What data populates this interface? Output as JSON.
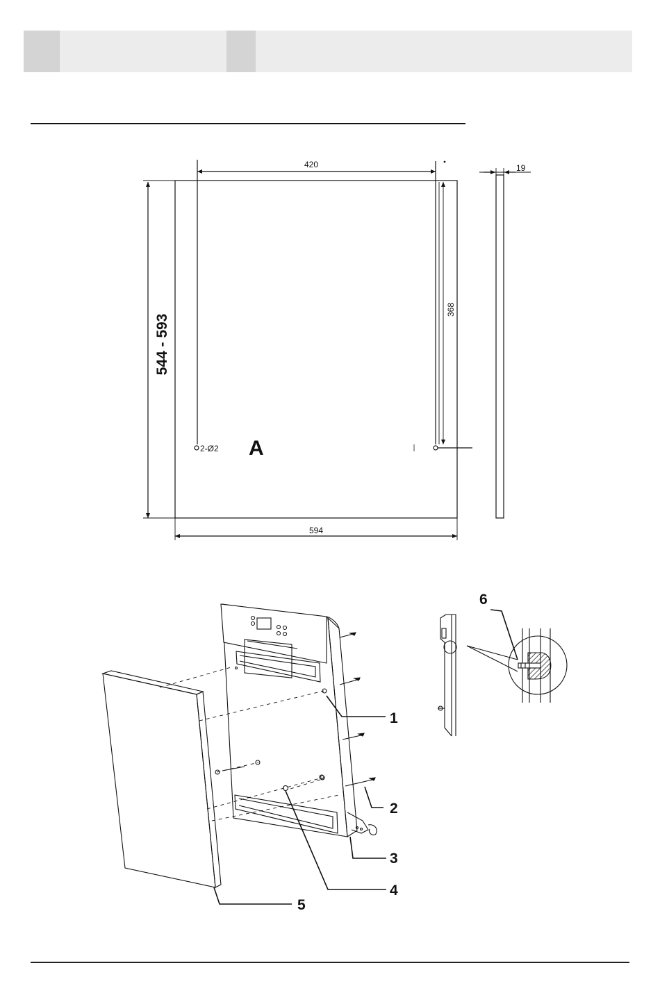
{
  "dimensions": {
    "hole_spacing": "420",
    "panel_thickness": "19",
    "height_range": "544 - 593",
    "hole_offset": "368",
    "hole_spec": "2-Ø2",
    "panel_width": "594"
  },
  "panel_label": "A",
  "callouts": [
    "1",
    "2",
    "3",
    "4",
    "5",
    "6"
  ]
}
